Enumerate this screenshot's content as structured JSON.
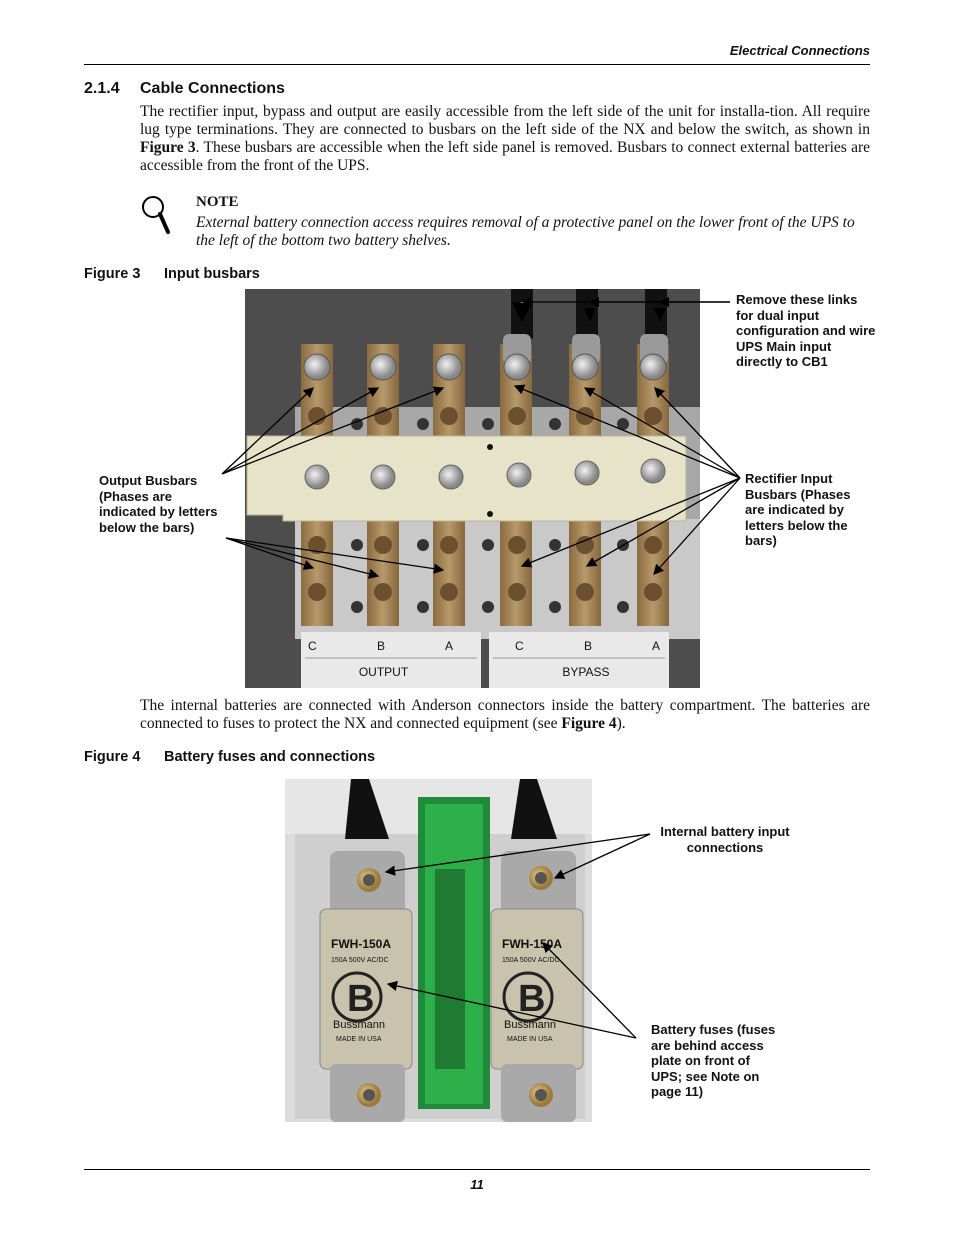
{
  "header": {
    "title": "Electrical Connections"
  },
  "section": {
    "number": "2.1.4",
    "title": "Cable Connections",
    "para1": [
      {
        "t": "The rectifier input, bypass and output are easily accessible from the left side of the unit for installa-tion. All require lug type terminations. They are connected to busbars on the left side of the NX and below the switch, as shown in "
      },
      {
        "t": "Figure 3",
        "b": true
      },
      {
        "t": ". These busbars are accessible when the left side panel is removed. Busbars to connect external batteries are accessible from the front of the UPS."
      }
    ]
  },
  "note": {
    "icon": "magnifier-icon",
    "title": "NOTE",
    "text": "External battery connection access requires removal of a protective panel on the lower front of the UPS to the left of the bottom two battery shelves."
  },
  "figure3": {
    "number": "Figure 3",
    "caption": "Input busbars",
    "groups": [
      {
        "name": "OUTPUT",
        "phases": [
          "C",
          "B",
          "A"
        ]
      },
      {
        "name": "BYPASS",
        "phases": [
          "C",
          "B",
          "A"
        ]
      }
    ],
    "callouts": {
      "links": "Remove these links for dual input configuration and wire UPS Main input directly to CB1",
      "output": "Output Busbars (Phases are indicated by letters below the bars)",
      "rectifier": "Rectifier Input Busbars (Phases are indicated by letters below the bars)"
    }
  },
  "para2": [
    {
      "t": "The internal batteries are connected with Anderson connectors inside the battery compartment. The batteries are connected to fuses to protect the NX and connected equipment (see "
    },
    {
      "t": "Figure 4",
      "b": true
    },
    {
      "t": ")."
    }
  ],
  "figure4": {
    "number": "Figure 4",
    "caption": "Battery fuses and connections",
    "fuse": {
      "model": "FWH-150A",
      "rating": "150A 500V AC/DC",
      "brand": "Bussmann",
      "origin": "MADE IN USA"
    },
    "callouts": {
      "internal": "Internal battery input connections",
      "fuses": "Battery fuses (fuses are behind access plate on front of UPS; see Note on page 11)"
    }
  },
  "footer": {
    "page": "11"
  },
  "colors": {
    "copper": "#a0835a",
    "panel": "#4a4a4a",
    "cover": "#e6e3c9",
    "pcb": "#1f8a3a"
  }
}
